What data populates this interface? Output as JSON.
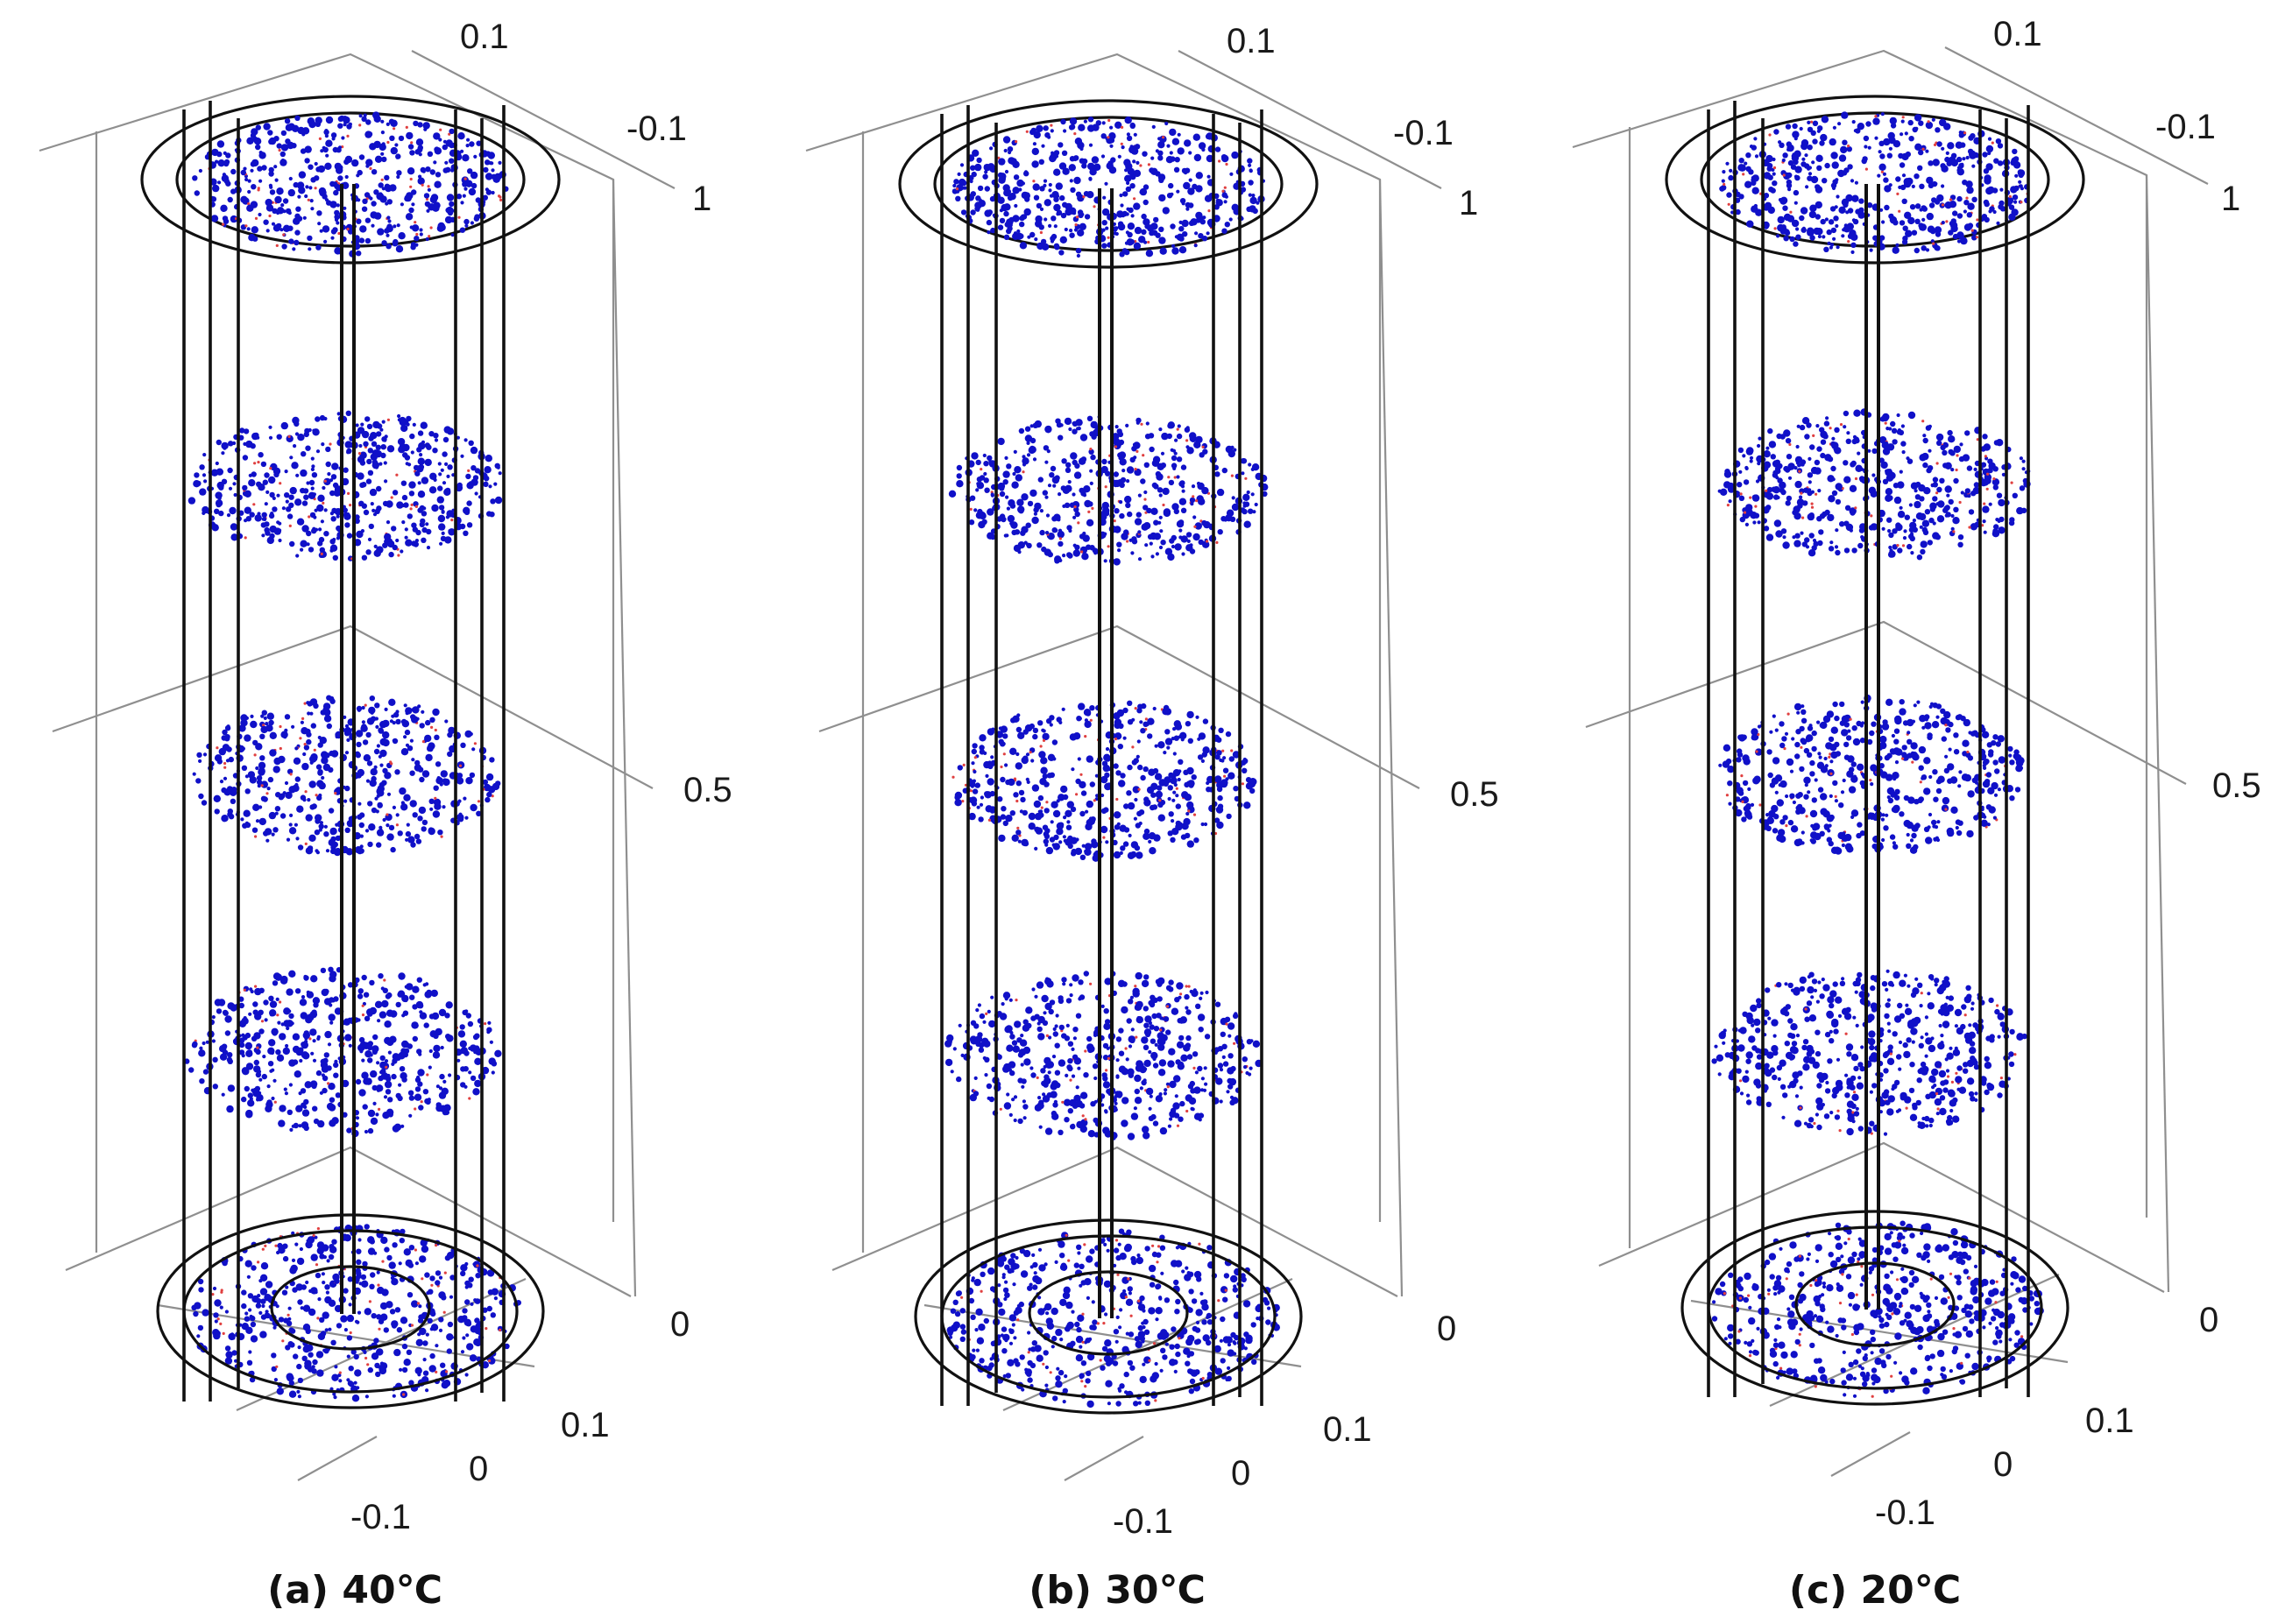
{
  "panels": [
    {
      "caption": "(a) 40℃",
      "ticks": {
        "top": "0.1",
        "top_right": "-0.1",
        "z_one": "1",
        "z_half": "0.5",
        "z_zero": "0",
        "front_a": "0.1",
        "front_b": "0",
        "front_c": "-0.1"
      }
    },
    {
      "caption": "(b) 30℃",
      "ticks": {
        "top": "0.1",
        "top_right": "-0.1",
        "z_one": "1",
        "z_half": "0.5",
        "z_zero": "0",
        "front_a": "0.1",
        "front_b": "0",
        "front_c": "-0.1"
      }
    },
    {
      "caption": "(c) 20℃",
      "ticks": {
        "top": "0.1",
        "top_right": "-0.1",
        "z_one": "1",
        "z_half": "0.5",
        "z_zero": "0",
        "front_a": "0.1",
        "front_b": "0",
        "front_c": "-0.1"
      }
    }
  ],
  "colors": {
    "particle_blue": "#1010c8",
    "particle_red": "#e04040",
    "frame": "#111111",
    "grid": "#8f8f8f"
  }
}
